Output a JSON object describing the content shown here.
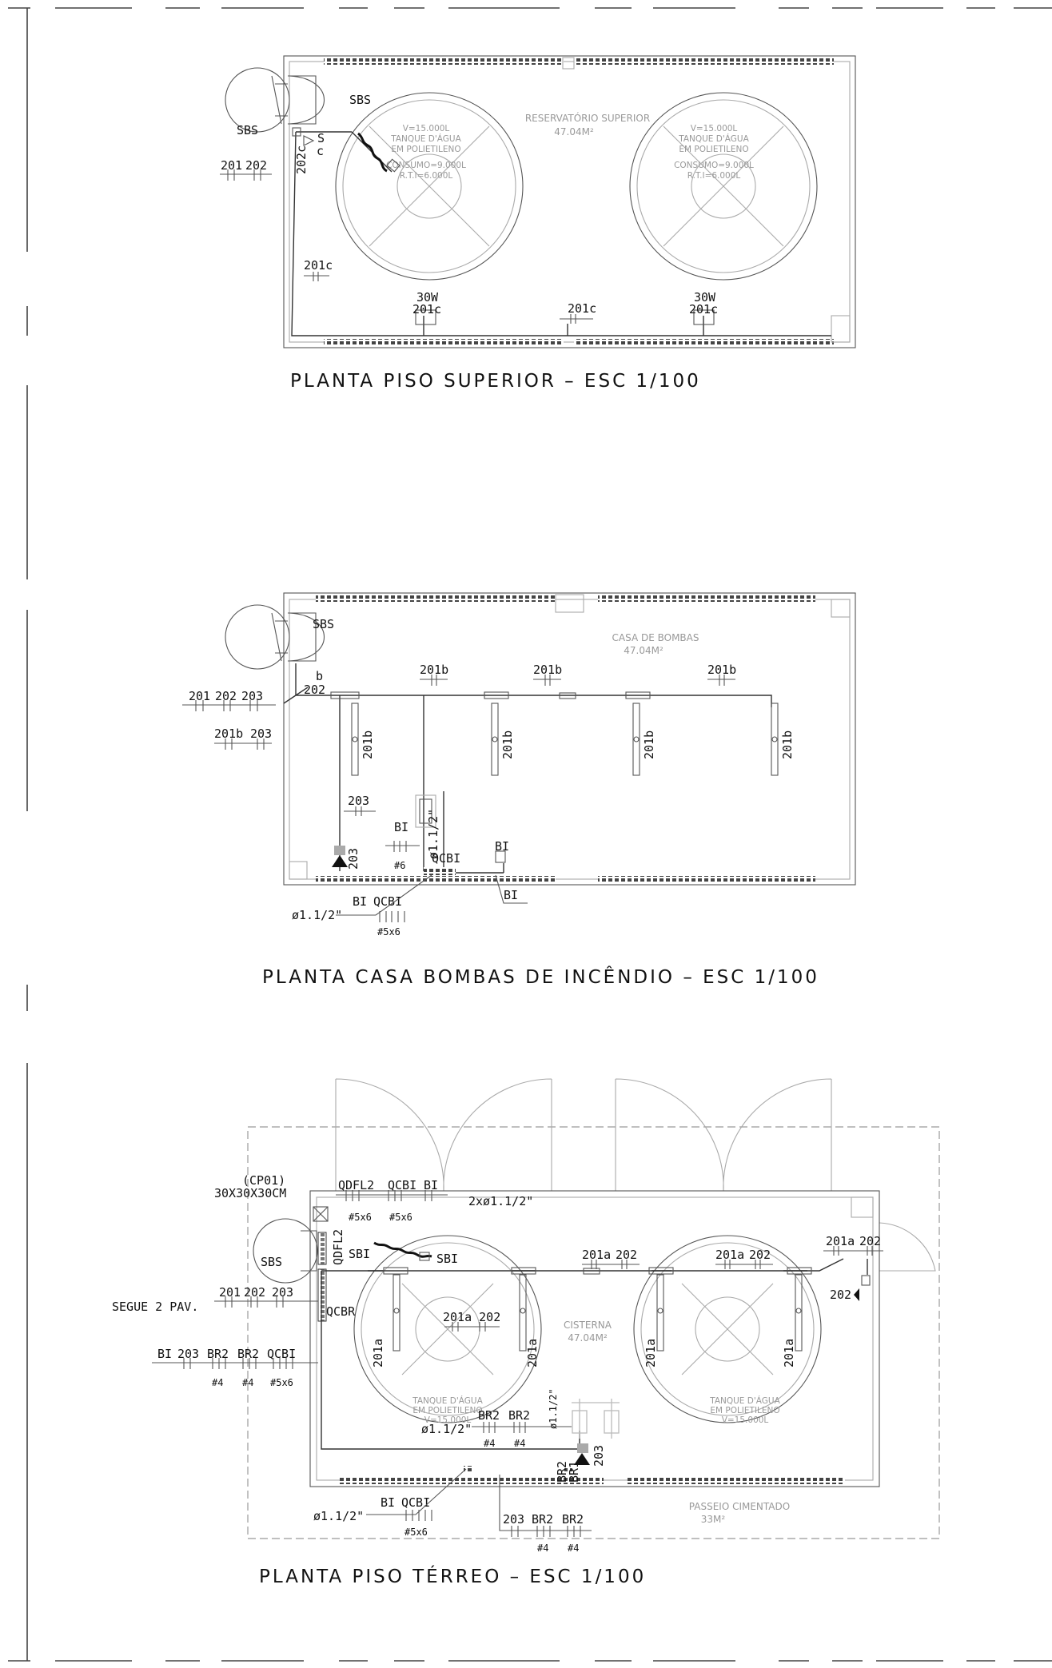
{
  "sheet": {
    "views": [
      {
        "id": "superior",
        "title": "PLANTA  PISO  SUPERIOR  –  ESC  1/100",
        "room_name": "RESERVATÓRIO SUPERIOR",
        "room_area": "47.04M²",
        "tank_left": [
          "V=15.000L",
          "TANQUE D'ÁGUA",
          "EM POLIETILENO",
          "CONSUMO=9.000L",
          "R.T.I=6.000L"
        ],
        "tank_right": [
          "V=15.000L",
          "TANQUE D'ÁGUA",
          "EM POLIETILENO",
          "CONSUMO=9.000L",
          "R.T.I=6.000L"
        ],
        "labels": {
          "sbs_top": "SBS",
          "sbs_left": "SBS",
          "s": "S",
          "c": "c",
          "v202c": "202c",
          "c201": "201",
          "c202": "202",
          "c201c_left": "201c",
          "lum_left_w": "30W",
          "lum_left_c": "201c",
          "mid_201c": "201c",
          "lum_right_w": "30W",
          "lum_right_c": "201c"
        }
      },
      {
        "id": "bombas",
        "title": "PLANTA  CASA  BOMBAS  DE  INCÊNDIO  –  ESC  1/100",
        "room_name": "CASA DE BOMBAS",
        "room_area": "47.04M²",
        "labels": {
          "sbs": "SBS",
          "b": "b",
          "v202": "202",
          "c201": "201",
          "c202": "202",
          "c203": "203",
          "c201b": "201b",
          "c203b": "203",
          "c201b_1": "201b",
          "c201b_2": "201b",
          "c201b_3": "201b",
          "lum_1": "201b",
          "lum_2": "201b",
          "lum_3": "201b",
          "lum_4": "201b",
          "c203_mid": "203",
          "v203": "203",
          "bi_left": "BI",
          "n6": "#6",
          "phi_vert": "ø1.1/2\"",
          "qcbi": "QCBI",
          "bi_right": "BI",
          "bi_right2": "BI",
          "bi_bot": "BI",
          "qcbi_bot": "QCBI",
          "phi_bot": "ø1.1/2\"",
          "n5x6": "#5x6"
        }
      },
      {
        "id": "terreo",
        "title": "PLANTA  PISO  TÉRREO  –  ESC  1/100",
        "room_name": "CISTERNA",
        "room_area": "47.04M²",
        "passeio_name": "PASSEIO CIMENTADO",
        "passeio_area": "33M²",
        "tank_left": [
          "TANQUE D'ÁGUA",
          "EM POLIETILENO",
          "V=15.000L"
        ],
        "tank_right": [
          "TANQUE D'ÁGUA",
          "EM POLIETILENO",
          "V=15.000L"
        ],
        "labels": {
          "cp01": "(CP01)",
          "cp01_dim": "30X30X30CM",
          "qdfl2": "QDFL2",
          "qcbi": "QCBI",
          "bi": "BI",
          "n5x6_a": "#5x6",
          "n5x6_b": "#5x6",
          "two_phi": "2xø1.1/2\"",
          "qdfl2_v": "QDFL2",
          "sbs": "SBS",
          "sbi_a": "SBI",
          "sbi_b": "SBI",
          "c201": "201",
          "c202": "202",
          "c203": "203",
          "segue": "SEGUE 2 PAV.",
          "qcbr": "QCBR",
          "bi_l": "BI",
          "c203_l": "203",
          "br2_a": "BR2",
          "br2_b": "BR2",
          "qcbi_l": "QCBI",
          "n4_a": "#4",
          "n4_b": "#4",
          "n5x6_l": "#5x6",
          "c201a_202": "201a 202",
          "c201a_1": "201a",
          "c202_1": "202",
          "c201a_2": "201a",
          "c202_2": "202",
          "c201a_3": "201a",
          "c202_3": "202",
          "v202_right": "202",
          "lum_1": "201a",
          "lum_2": "201a",
          "lum_3": "201a",
          "lum_4": "201a",
          "br2_c": "BR2",
          "br2_d": "BR2",
          "phi_mid": "ø1.1/2\"",
          "n4_c": "#4",
          "n4_d": "#4",
          "br2_v": "BR2",
          "br1_v": "BR1",
          "v203": "203",
          "phi_vert": "ø1.1/2\"",
          "bi_b": "BI",
          "qcbi_b": "QCBI",
          "phi_b": "ø1.1/2\"",
          "n5x6_b2": "#5x6",
          "c203_b": "203",
          "br2_e": "BR2",
          "br2_f": "BR2",
          "n4_e": "#4",
          "n4_f": "#4"
        }
      }
    ]
  }
}
